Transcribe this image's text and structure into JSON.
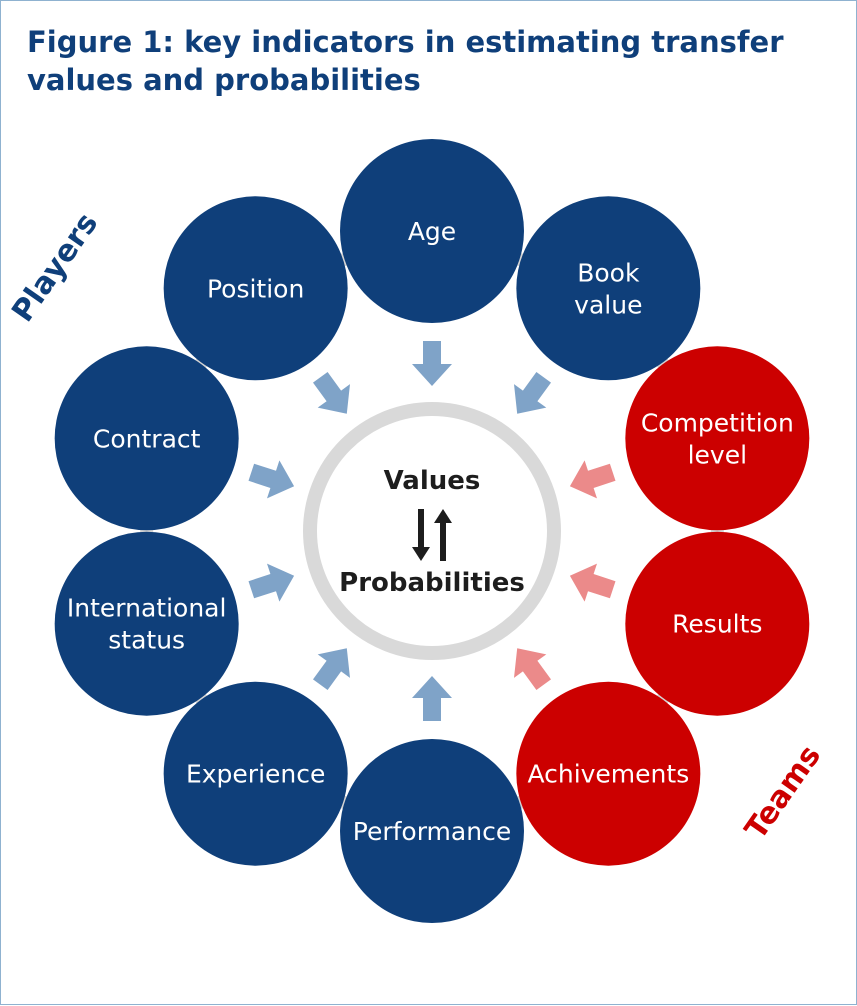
{
  "title": "Figure 1: key indicators in estimating transfer values and probabilities",
  "center": {
    "top_label": "Values",
    "bottom_label": "Probabilities"
  },
  "groups": {
    "players": {
      "label": "Players",
      "color": "#0f3f7a"
    },
    "teams": {
      "label": "Teams",
      "color": "#cc0000"
    }
  },
  "colors": {
    "player_node": "#0f3f7a",
    "team_node": "#cc0000",
    "player_arrow": "#7fa3c8",
    "team_arrow": "#eb8a8a",
    "ring": "#d9d9d9",
    "connector": "#d4d4d4",
    "center_arrows": "#1d1d1d"
  },
  "nodes": [
    {
      "id": "age",
      "lines": [
        "Age"
      ],
      "group": "players"
    },
    {
      "id": "book-value",
      "lines": [
        "Book",
        "value"
      ],
      "group": "players"
    },
    {
      "id": "competition-level",
      "lines": [
        "Competition",
        "level"
      ],
      "group": "teams"
    },
    {
      "id": "results",
      "lines": [
        "Results"
      ],
      "group": "teams"
    },
    {
      "id": "achivements",
      "lines": [
        "Achivements"
      ],
      "group": "teams"
    },
    {
      "id": "performance",
      "lines": [
        "Performance"
      ],
      "group": "players"
    },
    {
      "id": "experience",
      "lines": [
        "Experience"
      ],
      "group": "players"
    },
    {
      "id": "international-status",
      "lines": [
        "International",
        "status"
      ],
      "group": "players"
    },
    {
      "id": "contract",
      "lines": [
        "Contract"
      ],
      "group": "players"
    },
    {
      "id": "position",
      "lines": [
        "Position"
      ],
      "group": "players"
    }
  ]
}
